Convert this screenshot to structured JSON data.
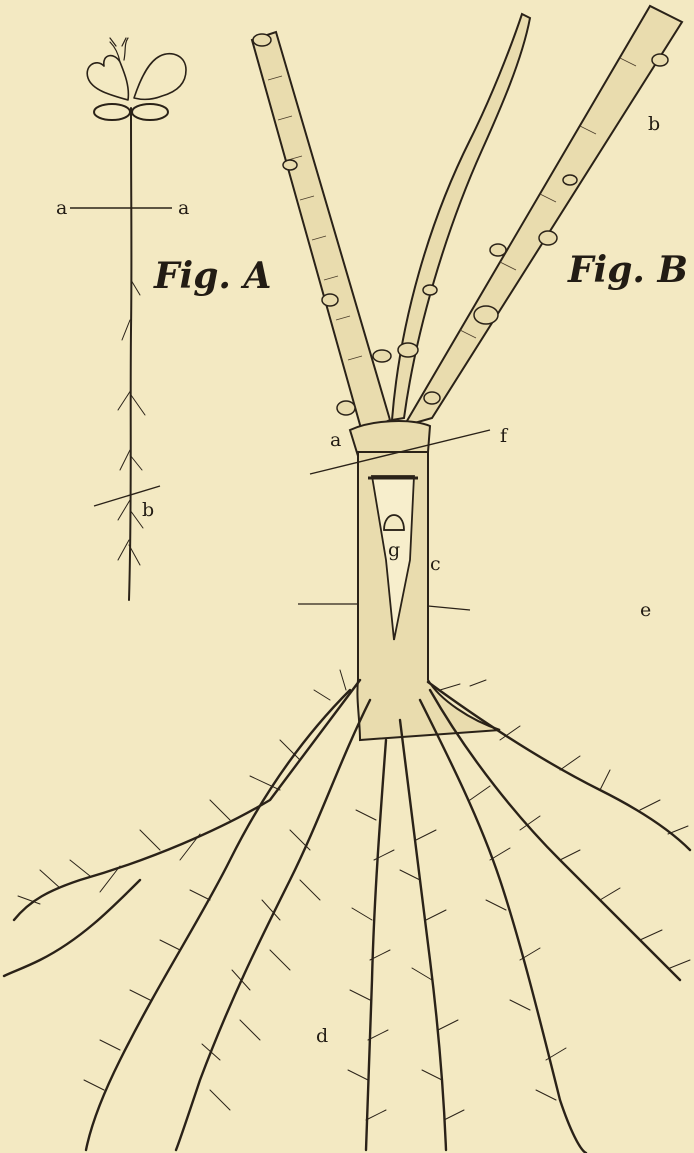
{
  "figures": {
    "fig_a": {
      "title": "Fig. A",
      "labels": {
        "a_left": "a",
        "a_right": "a",
        "b": "b"
      }
    },
    "fig_b": {
      "title": "Fig. B",
      "labels": {
        "a": "a",
        "b": "b",
        "c": "c",
        "d": "d",
        "e": "e",
        "f": "f",
        "g": "g"
      }
    }
  },
  "colors": {
    "paper": "#f3e9c2",
    "ink": "#2a2218",
    "bark": "#e9dcae"
  }
}
